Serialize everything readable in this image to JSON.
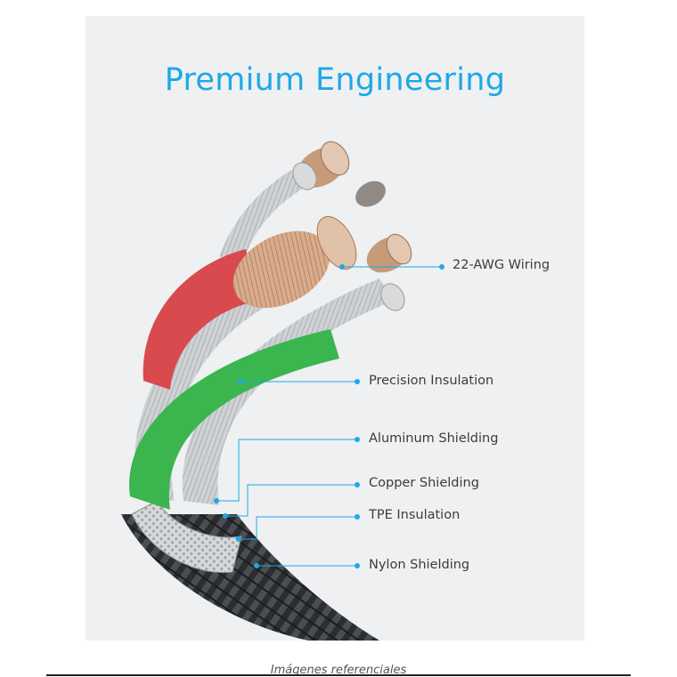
{
  "title": "Premium Engineering",
  "accent_color": "#1ea8e6",
  "callouts": [
    {
      "label": "22-AWG Wiring"
    },
    {
      "label": "Precision Insulation"
    },
    {
      "label": "Aluminum Shielding"
    },
    {
      "label": "Copper Shielding"
    },
    {
      "label": "TPE Insulation"
    },
    {
      "label": "Nylon Shielding"
    }
  ],
  "caption": "Imágenes referenciales",
  "colors": {
    "wire_red": "#d94a4e",
    "wire_green": "#3bb54e",
    "copper": "#c79a78",
    "silver": "#bfc2c5",
    "nylon": "#2b2d30"
  }
}
